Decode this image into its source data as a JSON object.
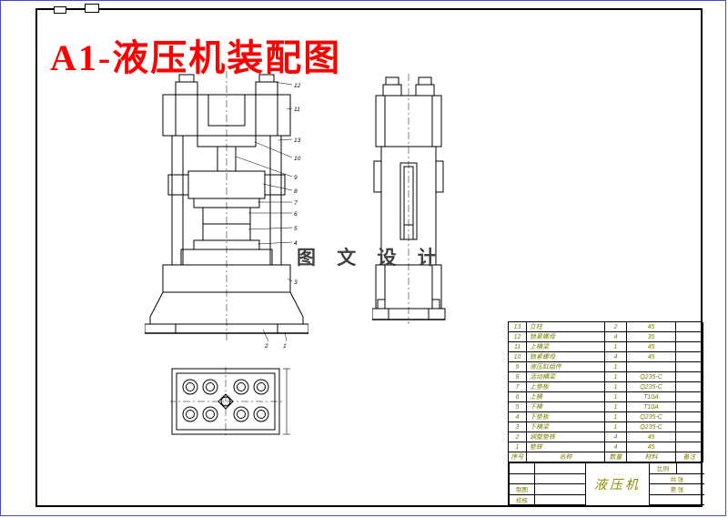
{
  "page": {
    "title": "A1-液压机装配图",
    "watermark": "图 文 设 计",
    "colors": {
      "title": "#ff0000",
      "table_text": "#7b7b00",
      "frame": "#000000",
      "outer_border": "#4848d0"
    }
  },
  "front_view": {
    "callouts": [
      "12",
      "11",
      "13",
      "10",
      "9",
      "8",
      "7",
      "6",
      "5",
      "4",
      "3",
      "2",
      "1"
    ]
  },
  "parts_table": {
    "header": {
      "no": "序号",
      "name": "名称",
      "qty": "数量",
      "material": "材料",
      "note": "备注"
    },
    "rows": [
      {
        "no": "13",
        "name": "立柱",
        "qty": "2",
        "material": "45",
        "note": ""
      },
      {
        "no": "12",
        "name": "锁紧螺母",
        "qty": "4",
        "material": "35",
        "note": ""
      },
      {
        "no": "11",
        "name": "上横梁",
        "qty": "1",
        "material": "45",
        "note": ""
      },
      {
        "no": "10",
        "name": "锁紧螺母",
        "qty": "4",
        "material": "45",
        "note": ""
      },
      {
        "no": "9",
        "name": "液压缸组件",
        "qty": "1",
        "material": "",
        "note": ""
      },
      {
        "no": "8",
        "name": "活动横梁",
        "qty": "1",
        "material": "Q235-C",
        "note": ""
      },
      {
        "no": "7",
        "name": "上垫板",
        "qty": "1",
        "material": "Q235-C",
        "note": ""
      },
      {
        "no": "6",
        "name": "上模",
        "qty": "1",
        "material": "T10A",
        "note": ""
      },
      {
        "no": "5",
        "name": "下模",
        "qty": "1",
        "material": "T10A",
        "note": ""
      },
      {
        "no": "4",
        "name": "下垫板",
        "qty": "1",
        "material": "Q235-C",
        "note": ""
      },
      {
        "no": "3",
        "name": "下横梁",
        "qty": "1",
        "material": "Q235-C",
        "note": ""
      },
      {
        "no": "2",
        "name": "调整垫铁",
        "qty": "4",
        "material": "45",
        "note": ""
      },
      {
        "no": "1",
        "name": "垫铁",
        "qty": "4",
        "material": "45",
        "note": ""
      }
    ]
  },
  "title_block": {
    "drawing_name": "液压机",
    "labels": {
      "draw": "制图",
      "check": "校核",
      "scale": "比例",
      "sheets": "共 张",
      "sheet_no": "第 张"
    }
  }
}
